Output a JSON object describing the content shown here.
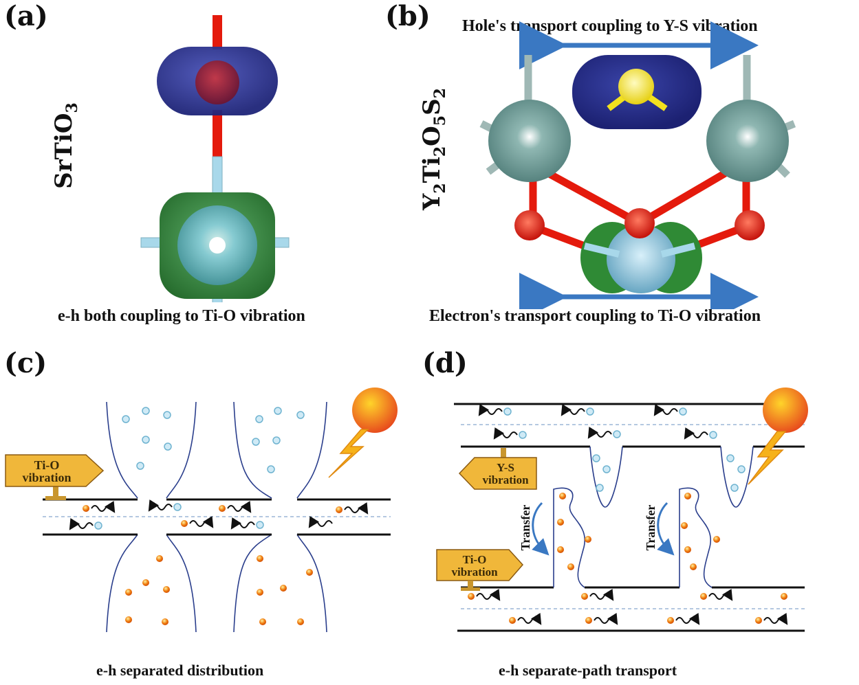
{
  "panels": {
    "a": {
      "label": "(a)",
      "material": "SrTiO",
      "material_sub": "3",
      "caption": "e-h both coupling to Ti-O vibration"
    },
    "b": {
      "label": "(b)",
      "material_parts": [
        "Y",
        "2",
        "Ti",
        "2",
        "O",
        "5",
        "S",
        "2"
      ],
      "top_caption": "Hole's transport coupling to Y-S vibration",
      "bottom_caption": "Electron's transport coupling to Ti-O vibration"
    },
    "c": {
      "label": "(c)",
      "sign": [
        "Ti-O",
        "vibration"
      ],
      "caption": "e-h separated distribution"
    },
    "d": {
      "label": "(d)",
      "sign_top": [
        "Y-S",
        "vibration"
      ],
      "sign_bottom": [
        "Ti-O",
        "vibration"
      ],
      "transfer_label": "Transfer",
      "caption": "e-h separate-path transport"
    }
  },
  "colors": {
    "hole_isosurface": "#2b3390",
    "electron_isosurface": "#2f8a35",
    "oxygen": "#e41a0c",
    "titanium": "#a8d8ea",
    "yttrium": "#5f8f8a",
    "sulfur": "#f2e11e",
    "arrow_blue": "#3a78c2",
    "electron_dot": "#f07d10",
    "hole_dot": "#bfe3f3",
    "sign_fill": "#f0b73a"
  }
}
